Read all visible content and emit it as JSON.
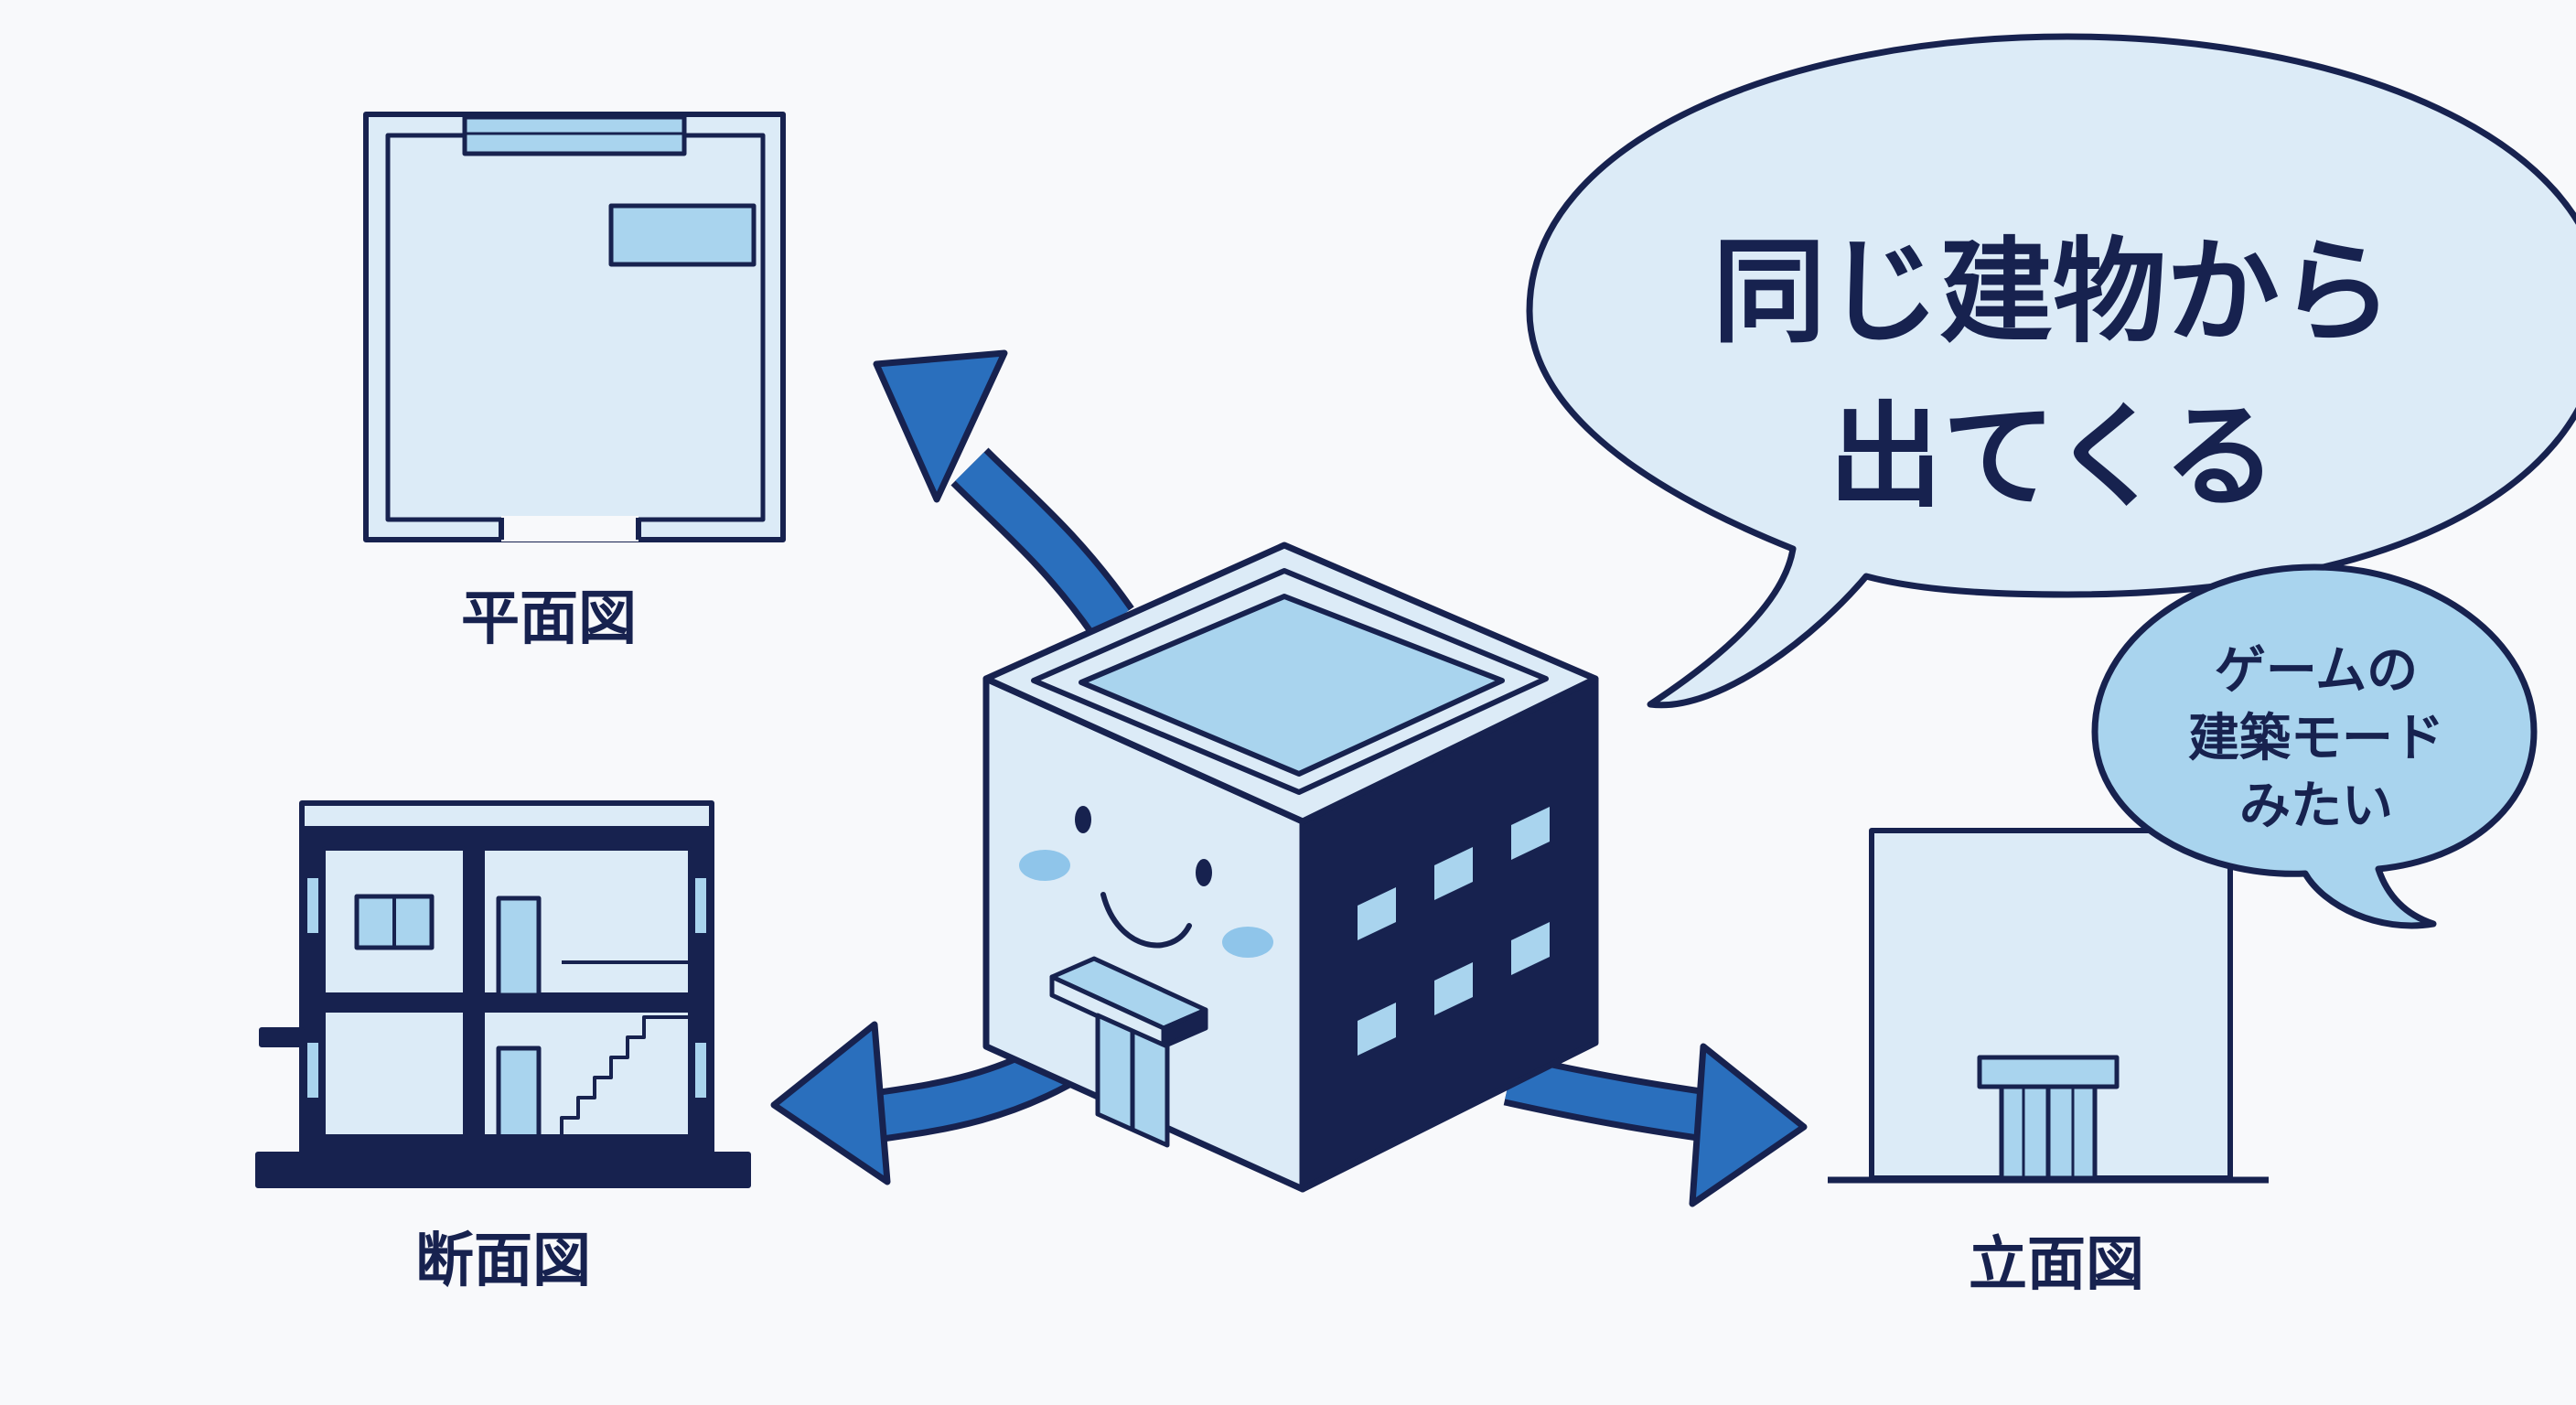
{
  "labels": {
    "plan": "平面図",
    "section": "断面図",
    "elevation": "立面図"
  },
  "bubble_main": {
    "line1": "同じ建物から",
    "line2": "出てくる"
  },
  "bubble_small": {
    "line1": "ゲームの",
    "line2": "建築モード",
    "line3": "みたい"
  },
  "colors": {
    "navy": "#17224f",
    "light_fill": "#dcebf7",
    "mid_fill": "#a9d4ee",
    "arrow_blue": "#2a6fbd",
    "cheek": "#8fc5ea",
    "background": "#f8f9fb"
  },
  "icons": [
    "floor-plan-icon",
    "section-view-icon",
    "elevation-view-icon",
    "building-mascot-icon",
    "arrow-icon"
  ]
}
